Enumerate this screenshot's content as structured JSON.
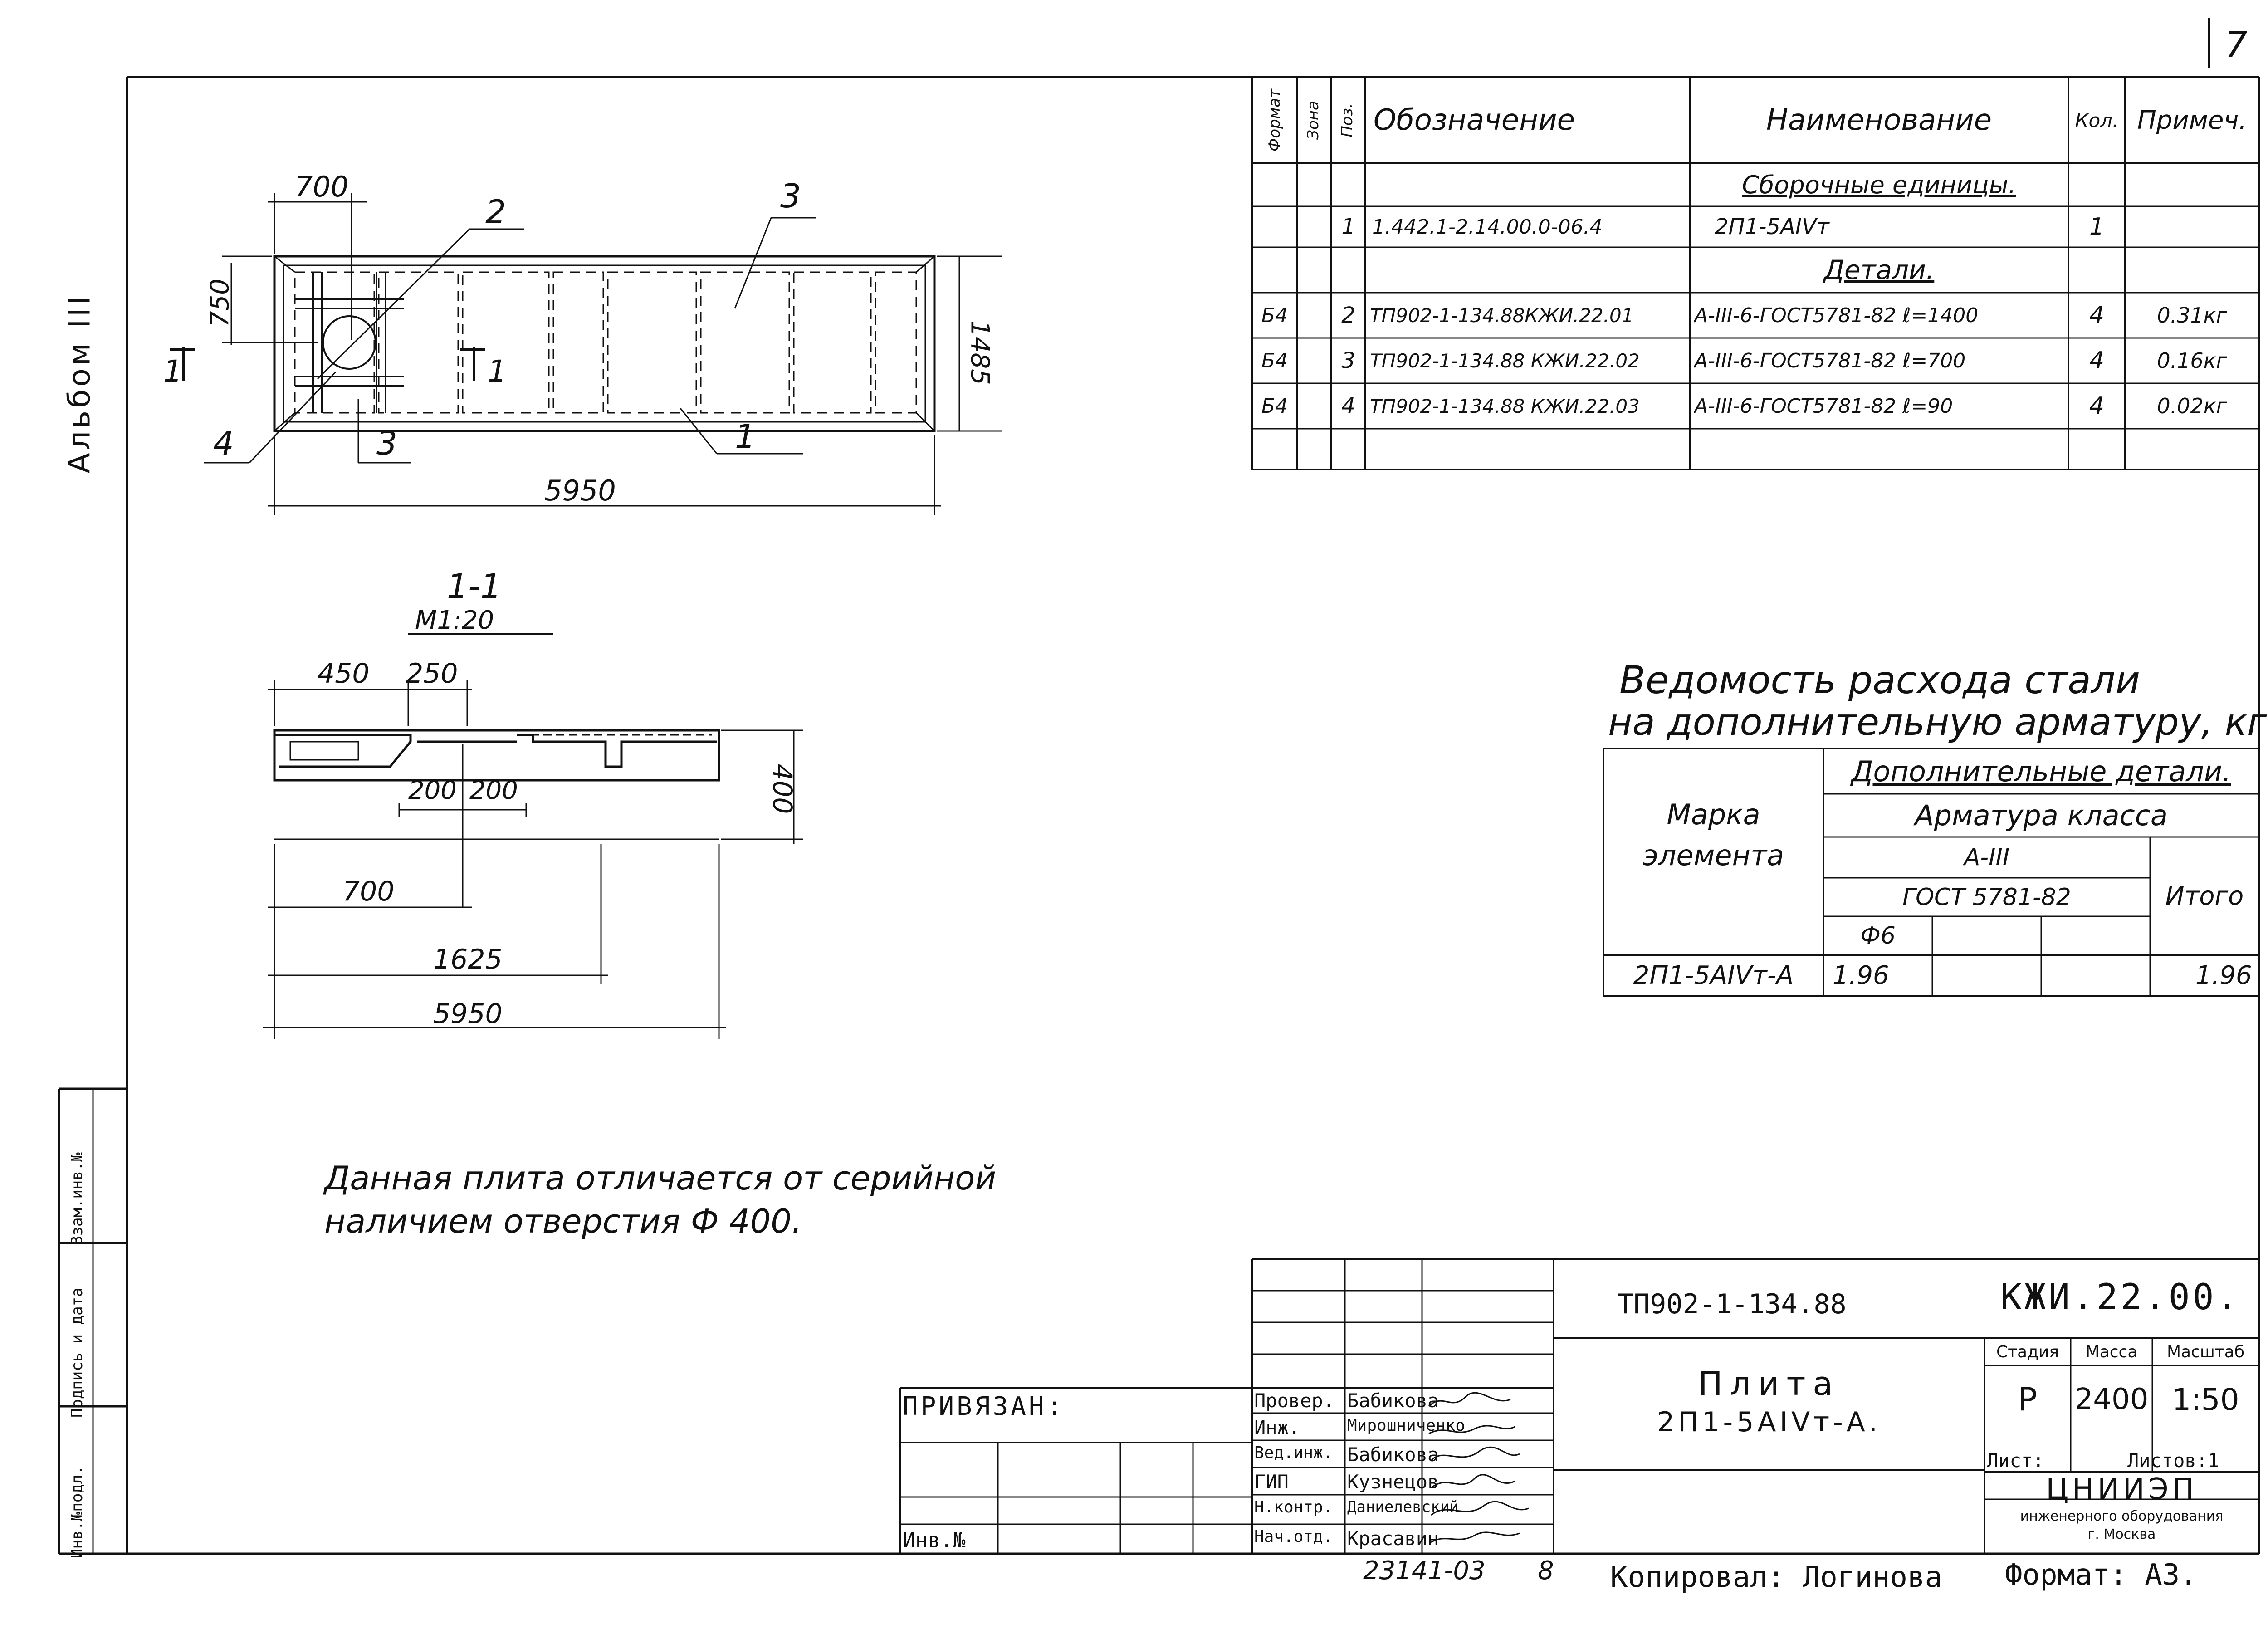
{
  "sheet_number": "7",
  "album_label": "Альбом III",
  "spec_table": {
    "headers": {
      "format": "Формат",
      "zone": "Зона",
      "pos": "Поз.",
      "designation": "Обозначение",
      "name": "Наименование",
      "qty": "Кол.",
      "note": "Примеч."
    },
    "section_assembly": "Сборочные единицы.",
    "section_parts": "Детали.",
    "rows": [
      {
        "format": "",
        "pos": "1",
        "designation": "1.442.1-2.14.00.0-06.4",
        "name": "2П1-5АIVт",
        "qty": "1",
        "note": ""
      },
      {
        "format": "Б4",
        "pos": "2",
        "designation": "ТП902-1-134.88КЖИ.22.01",
        "name": "А-III-6-ГОСТ5781-82 ℓ=1400",
        "qty": "4",
        "note": "0.31кг"
      },
      {
        "format": "Б4",
        "pos": "3",
        "designation": "ТП902-1-134.88 КЖИ.22.02",
        "name": "А-III-6-ГОСТ5781-82 ℓ=700",
        "qty": "4",
        "note": "0.16кг"
      },
      {
        "format": "Б4",
        "pos": "4",
        "designation": "ТП902-1-134.88 КЖИ.22.03",
        "name": "А-III-6-ГОСТ5781-82 ℓ=90",
        "qty": "4",
        "note": "0.02кг"
      }
    ]
  },
  "plan_view": {
    "dim_700": "700",
    "dim_750": "750",
    "dim_1485": "1485",
    "dim_5950": "5950",
    "callout_1": "1",
    "callout_2": "2",
    "callout_3a": "3",
    "callout_3b": "3",
    "callout_4": "4",
    "cut_left": "1",
    "cut_right": "1"
  },
  "section_view": {
    "title": "1-1",
    "scale": "М1:20",
    "dim_450": "450",
    "dim_250": "250",
    "dim_200a": "200",
    "dim_200b": "200",
    "dim_400": "400",
    "dim_700": "700",
    "dim_1625": "1625",
    "dim_5950": "5950"
  },
  "steel_table": {
    "title_line1": "Ведомость расхода стали",
    "title_line2": "на дополнительную арматуру, кг.",
    "h_element_1": "Марка",
    "h_element_2": "элемента",
    "h_additional": "Дополнительные детали.",
    "h_rebar_class": "Арматура класса",
    "h_class": "А-III",
    "h_gost": "ГОСТ 5781-82",
    "h_dia": "Ф6",
    "h_total": "Итого",
    "row_mark": "2П1-5АIVт-А",
    "row_value": "1.96",
    "row_total": "1.96"
  },
  "note_line1": "Данная плита отличается от серийной",
  "note_line2": "наличием отверстия Ф 400.",
  "left_strip": {
    "inv_orig": "Инв.№подл.",
    "signature_date": "Подпись и дата",
    "replace_inv": "Взам.инв.№"
  },
  "binding": {
    "label": "ПРИВЯЗАН:",
    "inv_no": "Инв.№"
  },
  "title_block": {
    "project_code": "ТП902-1-134.88",
    "doc_code": "КЖИ.22.00.",
    "item_name_1": "Плита",
    "item_name_2": "2П1-5АIVт-А.",
    "stage_h": "Стадия",
    "mass_h": "Масса",
    "scale_h": "Масштаб",
    "stage": "Р",
    "mass": "2400",
    "scale": "1:50",
    "sheet_h": "Лист:",
    "sheets_h": "Листов:1",
    "org_1": "ЦНИИЭП",
    "org_2": "инженерного оборудования",
    "org_3": "г. Москва",
    "roles": [
      {
        "role": "Провер.",
        "name": "Бабикова"
      },
      {
        "role": "Инж.",
        "name": "Мирошниченко"
      },
      {
        "role": "Вед.инж.",
        "name": "Бабикова"
      },
      {
        "role": "ГИП",
        "name": "Кузнецов"
      },
      {
        "role": "Н.контр.",
        "name": "Даниелевский"
      },
      {
        "role": "Нач.отд.",
        "name": "Красавин"
      }
    ]
  },
  "footer_number": "23141-03",
  "footer_8": "8",
  "copied_by": "Копировал: Логинова",
  "format_label": "Формат: А3."
}
